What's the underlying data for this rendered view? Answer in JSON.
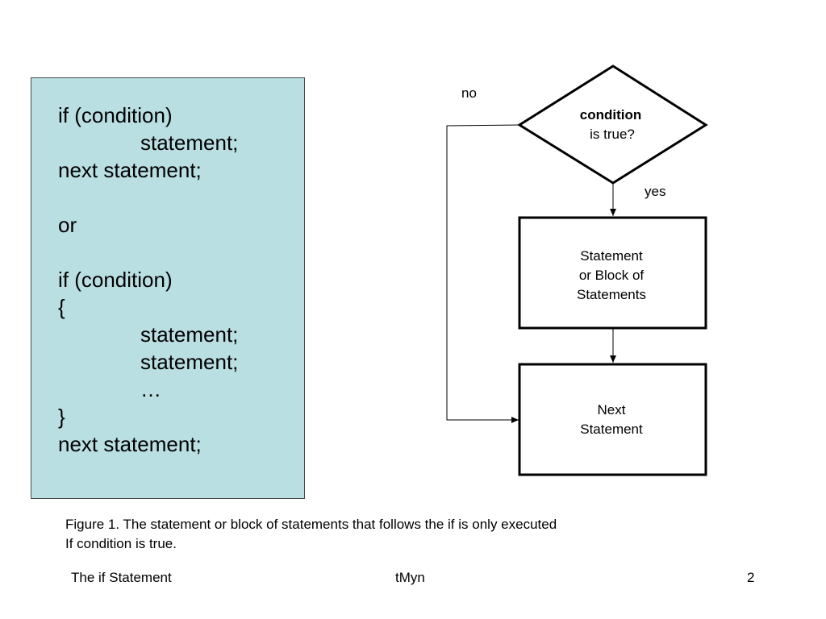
{
  "code": {
    "line1": "if (condition)",
    "line2": "statement;",
    "line3": "next statement;",
    "line4": "or",
    "line5": "if (condition)",
    "line6": "{",
    "line7": "statement;",
    "line8": "statement;",
    "line9": "…",
    "line10": "}",
    "line11": "next statement;"
  },
  "flowchart": {
    "decision_bold": "condition",
    "decision_rest": "is true?",
    "no_label": "no",
    "yes_label": "yes",
    "block_line1": "Statement",
    "block_line2": "or Block of",
    "block_line3": "Statements",
    "next_line1": "Next",
    "next_line2": "Statement"
  },
  "caption": {
    "line1": "Figure 1. The statement or block of statements that follows the if is only executed",
    "line2": "If condition is true."
  },
  "footer": {
    "title": "The if Statement",
    "author": "tMyn",
    "page": "2"
  },
  "colors": {
    "panel_background": "#b9dfe3",
    "panel_border": "#4a4a4a",
    "line": "#000000"
  }
}
